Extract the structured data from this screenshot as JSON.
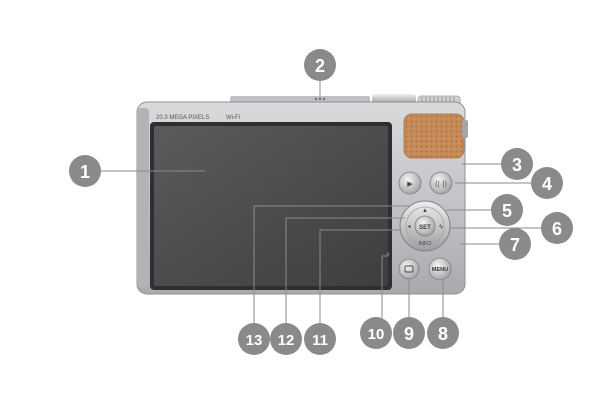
{
  "camera": {
    "sensor_label": "20.3 MEGA PIXELS",
    "wifi_label": "Wi-Fi",
    "button_menu_label": "MENU",
    "button_info_label": "INFO",
    "button_set_label": "SET"
  },
  "callouts": [
    {
      "id": "c1",
      "label": "1"
    },
    {
      "id": "c2",
      "label": "2"
    },
    {
      "id": "c3",
      "label": "3"
    },
    {
      "id": "c4",
      "label": "4"
    },
    {
      "id": "c5",
      "label": "5"
    },
    {
      "id": "c6",
      "label": "6"
    },
    {
      "id": "c7",
      "label": "7"
    },
    {
      "id": "c8",
      "label": "8"
    },
    {
      "id": "c9",
      "label": "9"
    },
    {
      "id": "c10",
      "label": "10"
    },
    {
      "id": "c11",
      "label": "11"
    },
    {
      "id": "c12",
      "label": "12"
    },
    {
      "id": "c13",
      "label": "13"
    }
  ],
  "colors": {
    "callout_fill": "#8a8a8a",
    "leader_line": "#8a8a8a",
    "body_silver": "#c8c9cb",
    "screen": "#4a4b4d",
    "grip_leather": "#c48a57"
  }
}
